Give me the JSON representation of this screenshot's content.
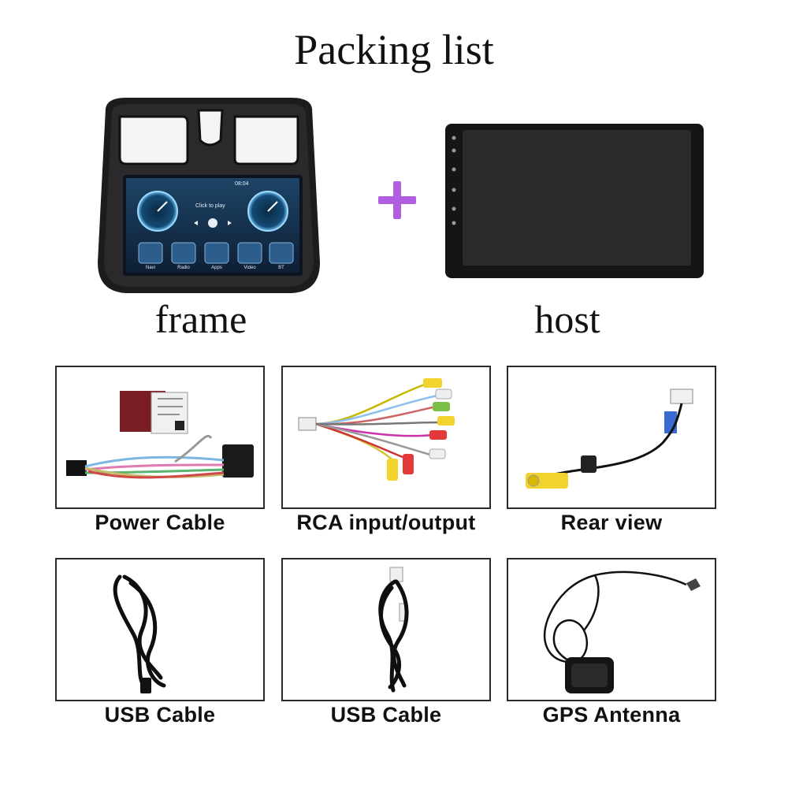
{
  "title": "Packing list",
  "frame_label": "frame",
  "host_label": "host",
  "plus_color": "#b15ee0",
  "screen_ui": {
    "time": "08:04",
    "click_to_play": "Click to play",
    "apps": [
      "Navi",
      "Radio",
      "Apps",
      "Video",
      "BT"
    ]
  },
  "items": [
    {
      "label": "Power Cable",
      "icon": "power-cable-icon"
    },
    {
      "label": "RCA input/output",
      "icon": "rca-cable-icon"
    },
    {
      "label": "Rear view",
      "icon": "rear-view-cable-icon"
    },
    {
      "label": "USB Cable",
      "icon": "usb-cable-icon"
    },
    {
      "label": "USB Cable",
      "icon": "usb-cable-icon"
    },
    {
      "label": "GPS Antenna",
      "icon": "gps-antenna-icon"
    }
  ]
}
